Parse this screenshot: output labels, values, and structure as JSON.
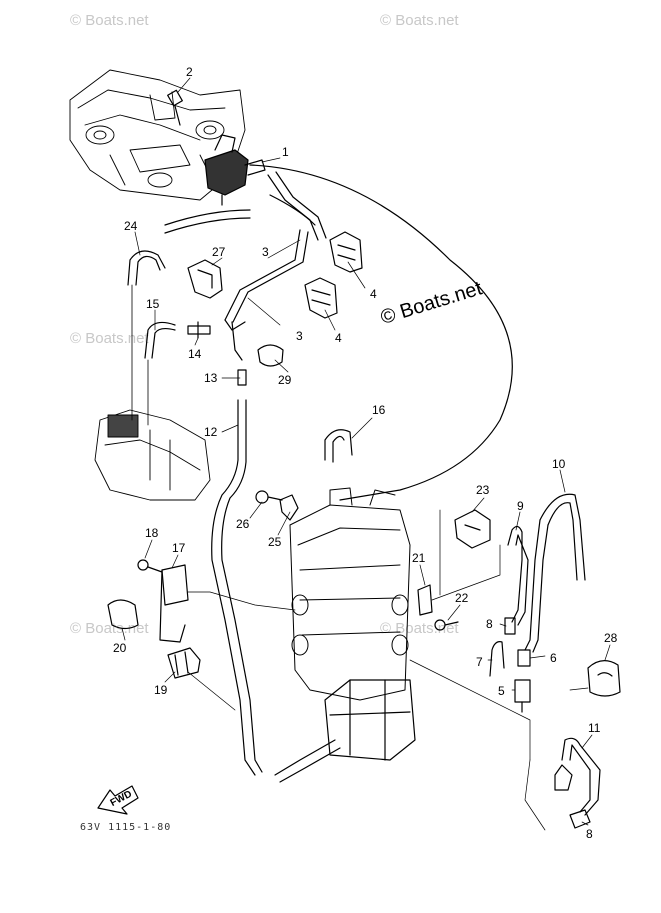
{
  "watermark": {
    "text": "© Boats.net"
  },
  "brand_text": "© Boats.net",
  "diagram_code": "63V 1115-1-80",
  "fwd_label": "FWD",
  "callouts": {
    "c1": "1",
    "c2": "2",
    "c3a": "3",
    "c3b": "3",
    "c4a": "4",
    "c4b": "4",
    "c5": "5",
    "c6": "6",
    "c7": "7",
    "c8a": "8",
    "c8b": "8",
    "c9": "9",
    "c10": "10",
    "c11": "11",
    "c12": "12",
    "c13": "13",
    "c14": "14",
    "c15": "15",
    "c16": "16",
    "c17": "17",
    "c18": "18",
    "c19": "19",
    "c20": "20",
    "c21": "21",
    "c22": "22",
    "c23": "23",
    "c24": "24",
    "c25": "25",
    "c26": "26",
    "c27": "27",
    "c28": "28",
    "c29": "29"
  }
}
